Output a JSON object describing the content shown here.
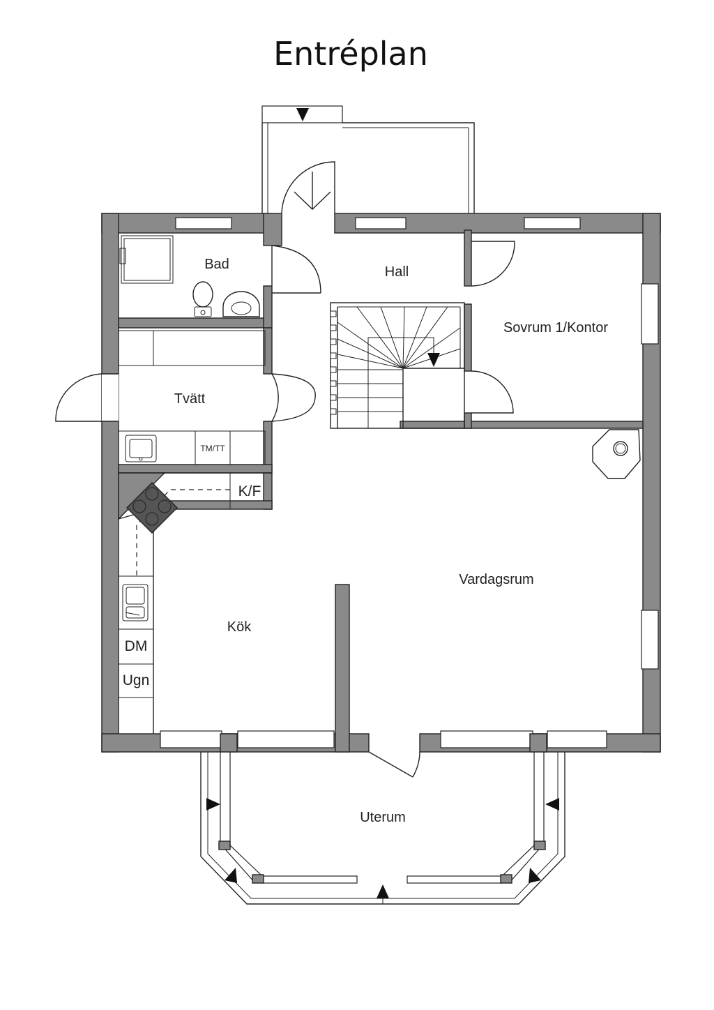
{
  "title": "Entréplan",
  "rooms": {
    "bad": "Bad",
    "hall": "Hall",
    "sovrum": "Sovrum 1/Kontor",
    "tvatt": "Tvätt",
    "vardagsrum": "Vardagsrum",
    "kok": "Kök",
    "uterum": "Uterum"
  },
  "appliances": {
    "tm_tt": "TM/TT",
    "kf": "K/F",
    "dm": "DM",
    "ugn": "Ugn"
  }
}
